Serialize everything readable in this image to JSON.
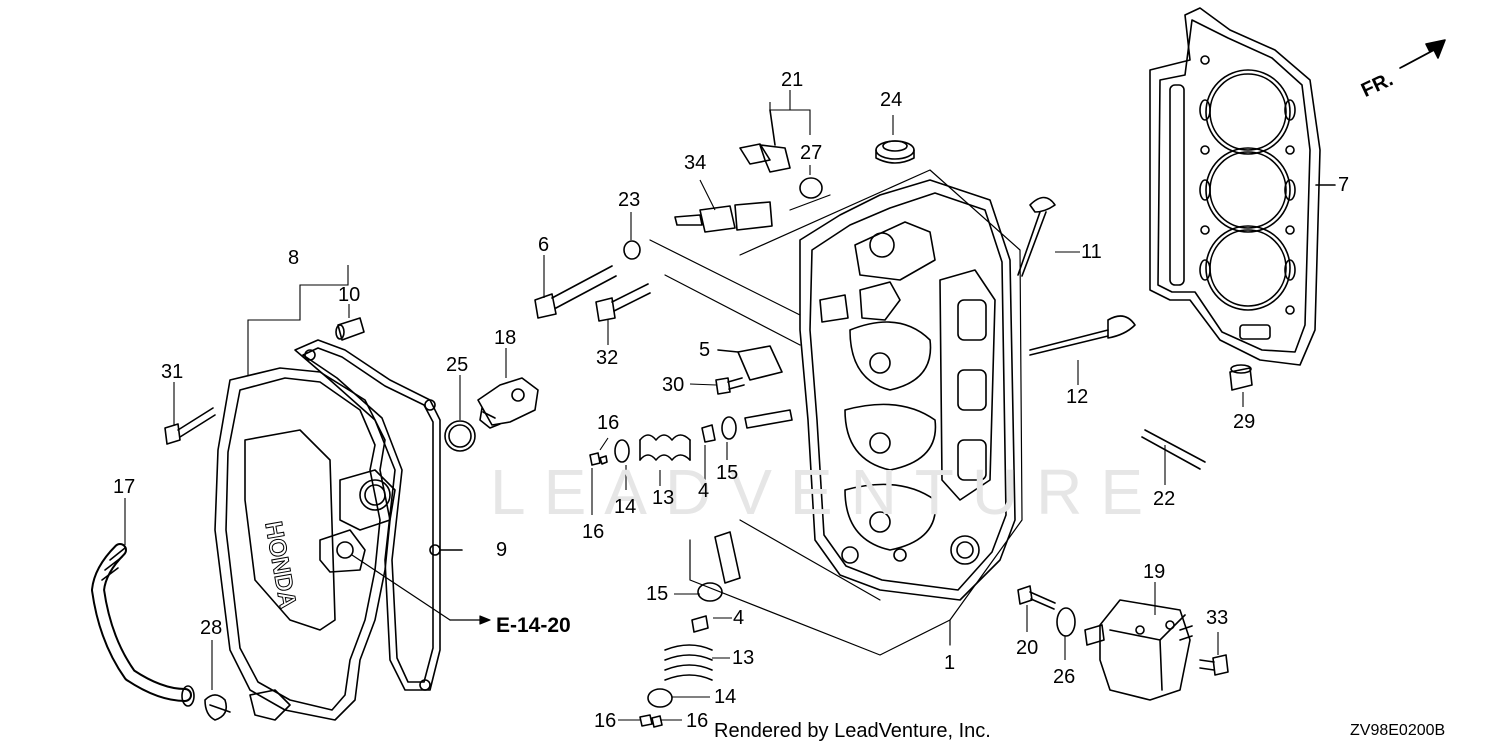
{
  "watermark": "LEADVENTURE",
  "direction_label": "FR.",
  "reference_label": "E-14-20",
  "footer_text": "Rendered by LeadVenture, Inc.",
  "diagram_code": "ZV98E0200B",
  "cover_logo": "HONDA",
  "callouts": [
    {
      "id": "c21",
      "num": "21"
    },
    {
      "id": "c24",
      "num": "24"
    },
    {
      "id": "c34",
      "num": "34"
    },
    {
      "id": "c27",
      "num": "27"
    },
    {
      "id": "c23",
      "num": "23"
    },
    {
      "id": "c6",
      "num": "6"
    },
    {
      "id": "c8",
      "num": "8"
    },
    {
      "id": "c10",
      "num": "10"
    },
    {
      "id": "c18",
      "num": "18"
    },
    {
      "id": "c32",
      "num": "32"
    },
    {
      "id": "c5",
      "num": "5"
    },
    {
      "id": "c25",
      "num": "25"
    },
    {
      "id": "c31",
      "num": "31"
    },
    {
      "id": "c30",
      "num": "30"
    },
    {
      "id": "c16a",
      "num": "16"
    },
    {
      "id": "c4a",
      "num": "4"
    },
    {
      "id": "c15a",
      "num": "15"
    },
    {
      "id": "c14a",
      "num": "14"
    },
    {
      "id": "c13a",
      "num": "13"
    },
    {
      "id": "c16b",
      "num": "16"
    },
    {
      "id": "c17",
      "num": "17"
    },
    {
      "id": "c9",
      "num": "9"
    },
    {
      "id": "c11",
      "num": "11"
    },
    {
      "id": "c12",
      "num": "12"
    },
    {
      "id": "c7",
      "num": "7"
    },
    {
      "id": "c29",
      "num": "29"
    },
    {
      "id": "c22",
      "num": "22"
    },
    {
      "id": "c19",
      "num": "19"
    },
    {
      "id": "c15b",
      "num": "15"
    },
    {
      "id": "c4b",
      "num": "4"
    },
    {
      "id": "c13b",
      "num": "13"
    },
    {
      "id": "c28",
      "num": "28"
    },
    {
      "id": "c14b",
      "num": "14"
    },
    {
      "id": "c16c",
      "num": "16"
    },
    {
      "id": "c16d",
      "num": "16"
    },
    {
      "id": "c1",
      "num": "1"
    },
    {
      "id": "c20",
      "num": "20"
    },
    {
      "id": "c26",
      "num": "26"
    },
    {
      "id": "c33",
      "num": "33"
    }
  ]
}
